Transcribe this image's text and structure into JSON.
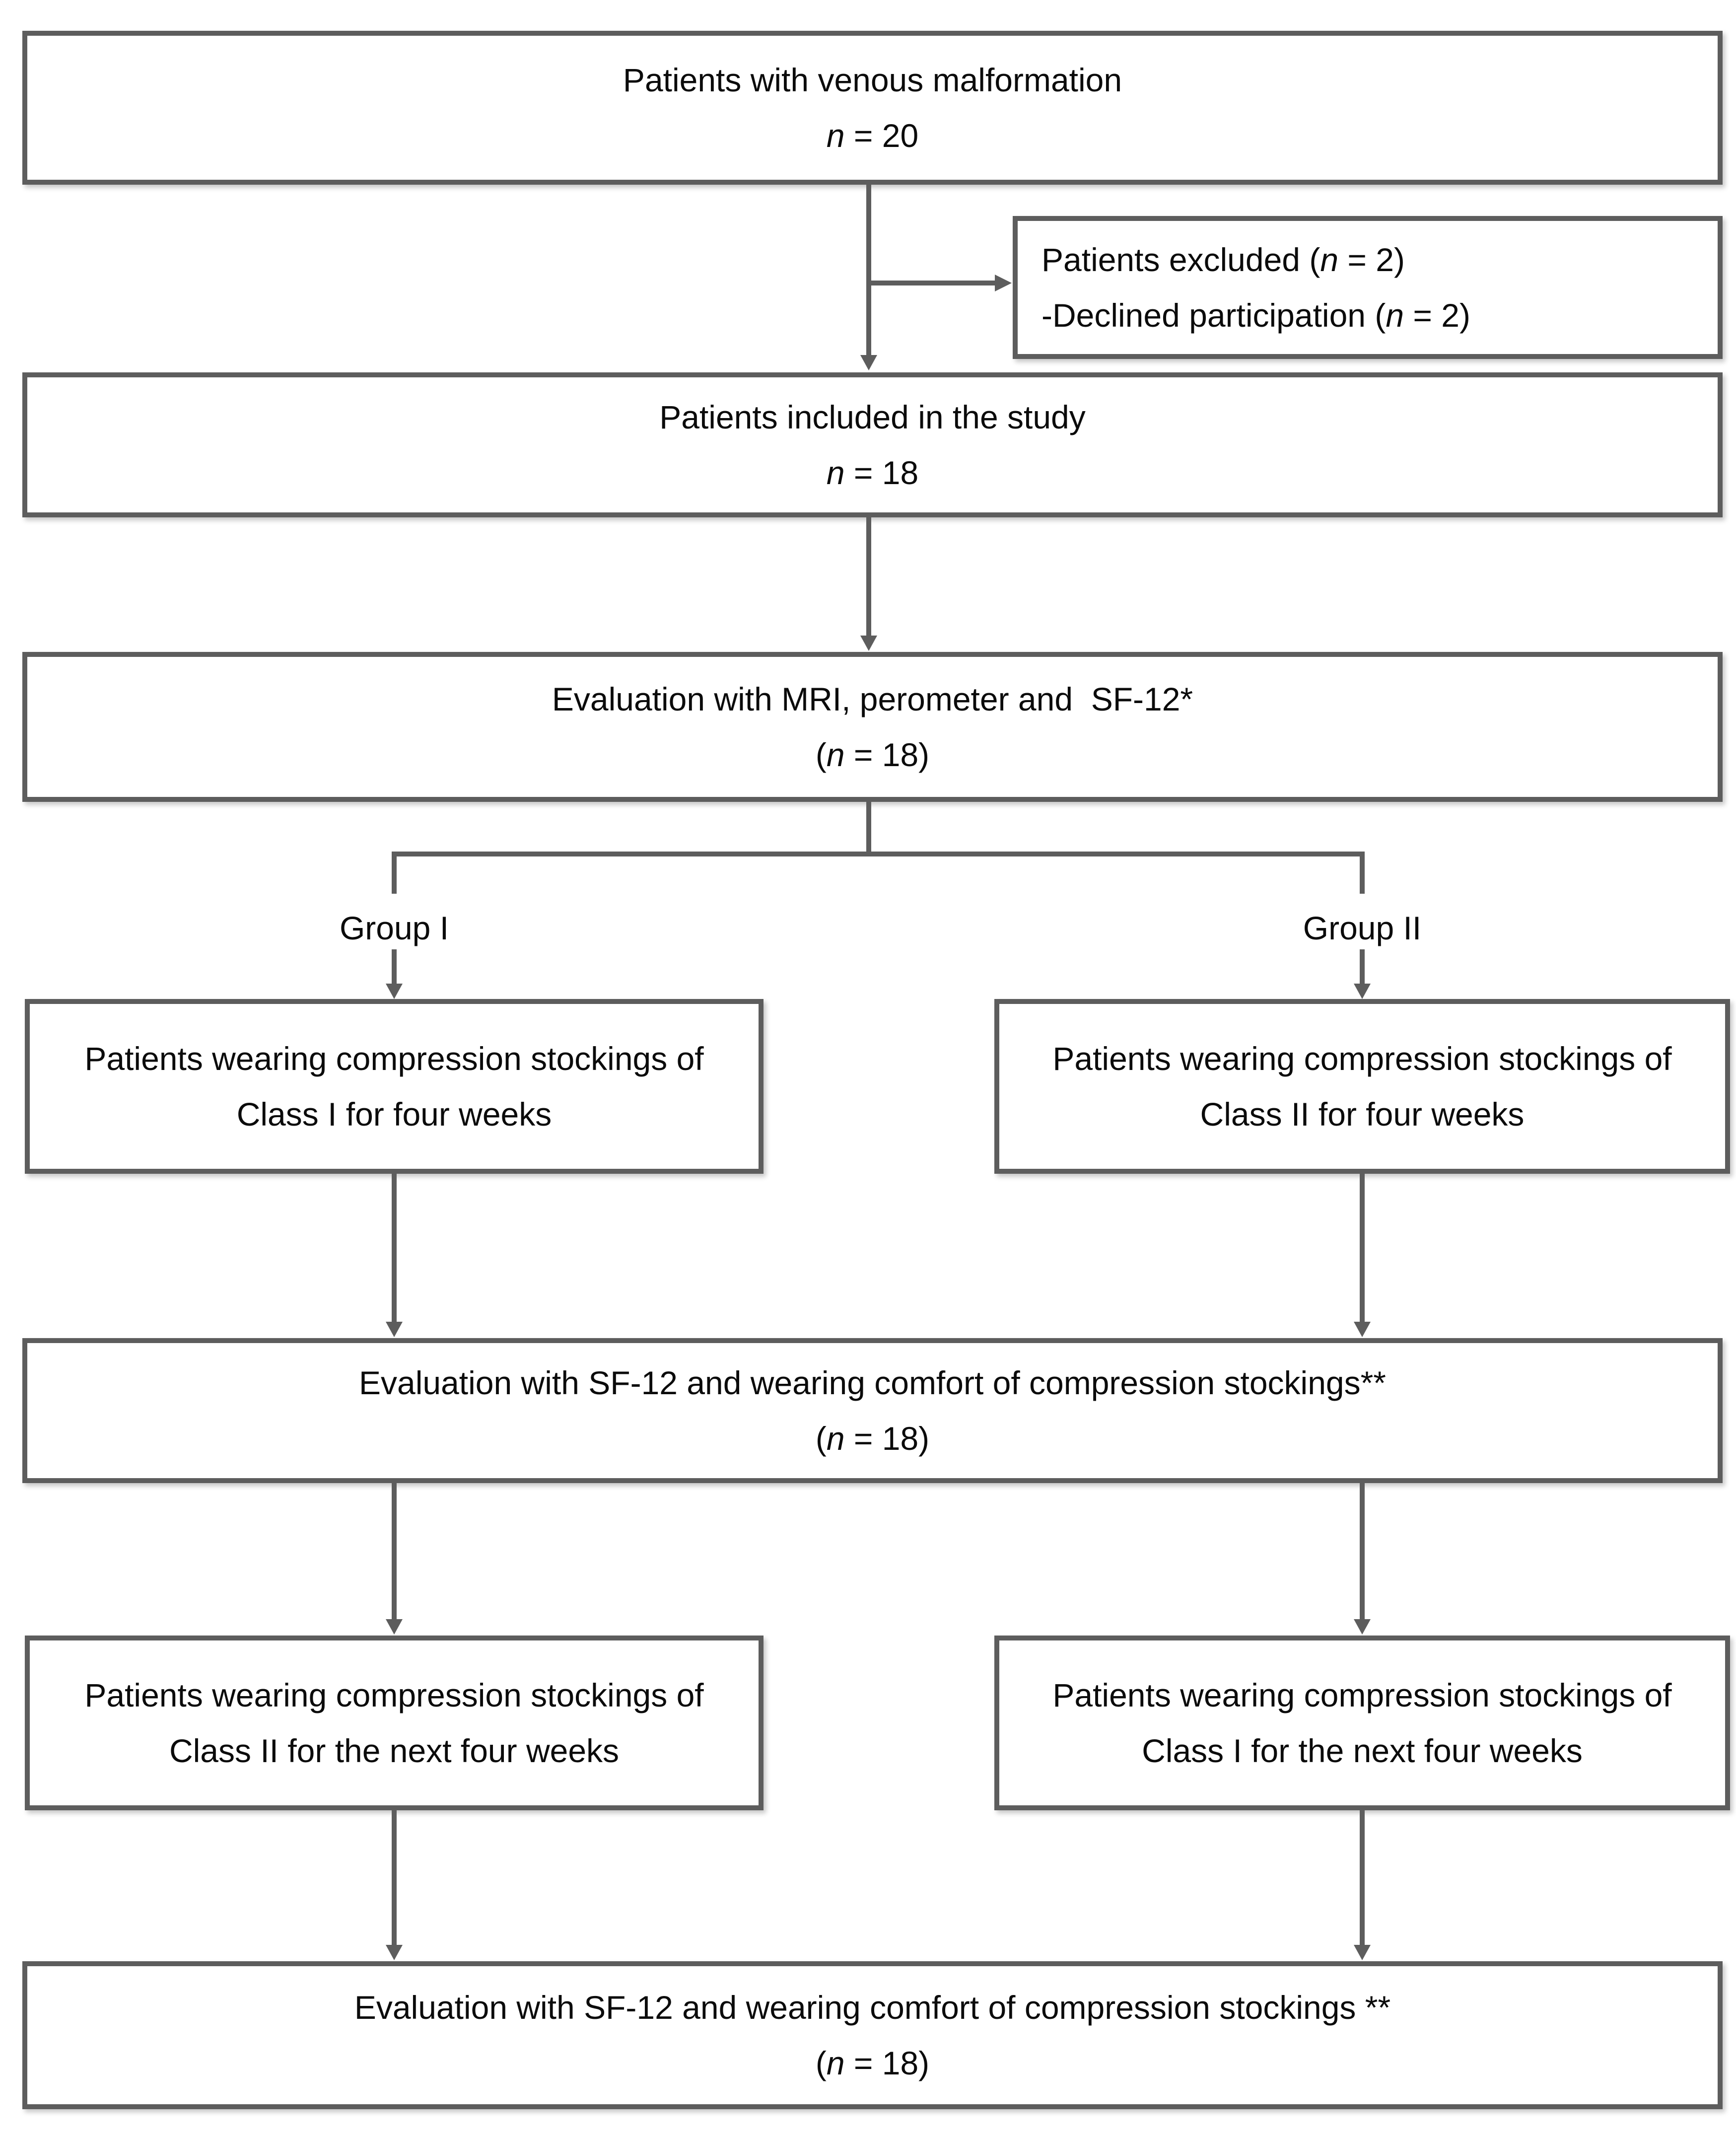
{
  "colors": {
    "line_and_border": "#5d5d5d",
    "text": "#0b0b0b",
    "box_background": "#ffffff",
    "page_background": "#ffffff"
  },
  "flowchart": {
    "top": {
      "line1": "Patients with venous malformation",
      "count_n": "n",
      "count_rest": " = 20"
    },
    "excluded": {
      "line1_pre": "Patients excluded (",
      "line1_n": "n",
      "line1_post": " = 2)",
      "line2_pre": "-Declined participation (",
      "line2_n": "n",
      "line2_post": " = 2)"
    },
    "included": {
      "line1": "Patients included in the study",
      "count_n": "n",
      "count_rest": " = 18"
    },
    "eval_baseline": {
      "line1": "Evaluation with MRI, perometer and  SF-12*",
      "count_pre": "(",
      "count_n": "n",
      "count_post": " = 18)"
    },
    "branch": {
      "left_label": "Group I",
      "right_label": "Group II"
    },
    "group1_first": {
      "line1": "Patients wearing compression stockings of",
      "line2": "Class I for four weeks"
    },
    "group2_first": {
      "line1": "Patients wearing compression stockings of",
      "line2": "Class II for four weeks"
    },
    "eval_mid": {
      "line1": "Evaluation with SF-12 and wearing comfort of compression stockings**",
      "count_pre": "(",
      "count_n": "n",
      "count_post": " = 18)"
    },
    "group1_second": {
      "line1": "Patients wearing compression stockings of",
      "line2": "Class II for the next four weeks"
    },
    "group2_second": {
      "line1": "Patients wearing compression stockings of",
      "line2": "Class I for the next four weeks"
    },
    "eval_final": {
      "line1": "Evaluation with SF-12 and wearing comfort of compression stockings **",
      "count_pre": "(",
      "count_n": "n",
      "count_post": " = 18)"
    }
  }
}
